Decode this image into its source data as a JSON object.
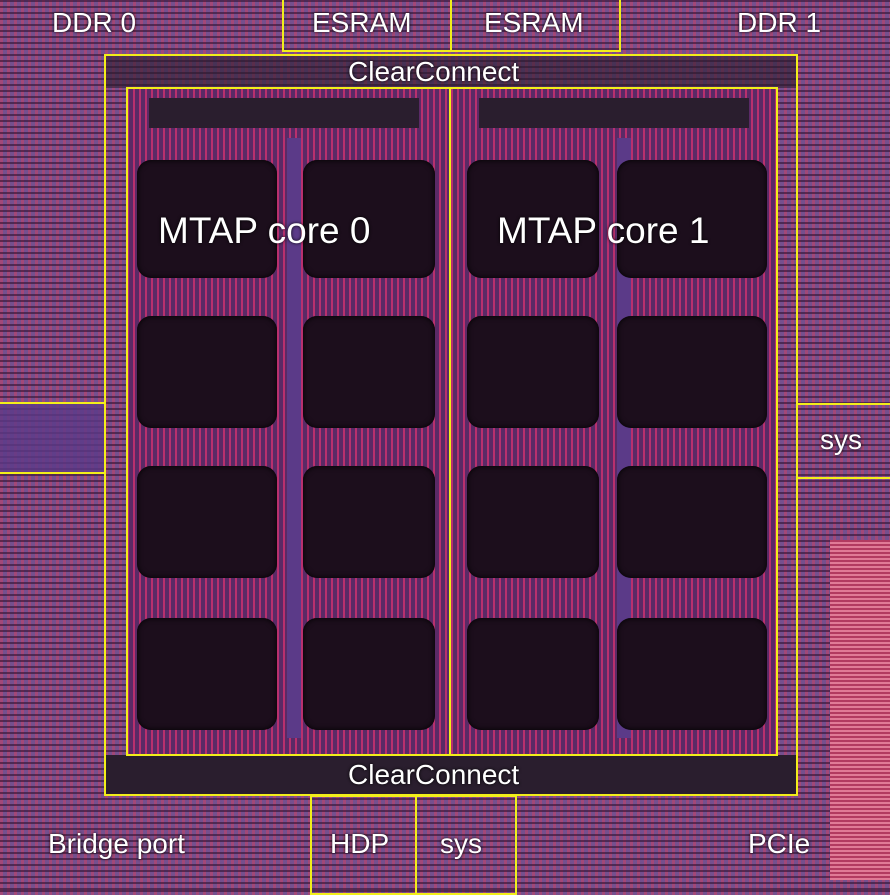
{
  "labels": {
    "ddr0": "DDR 0",
    "esram_left": "ESRAM",
    "esram_right": "ESRAM",
    "ddr1": "DDR 1",
    "clearconnect_top": "ClearConnect",
    "clearconnect_bottom": "ClearConnect",
    "core0": "MTAP core 0",
    "core1": "MTAP core 1",
    "sys_right": "sys",
    "bridge_port": "Bridge port",
    "hdp": "HDP",
    "sys_bottom": "sys",
    "pcie": "PCIe"
  },
  "colors": {
    "outline": "#f2ee1a",
    "label": "#ffffff"
  }
}
